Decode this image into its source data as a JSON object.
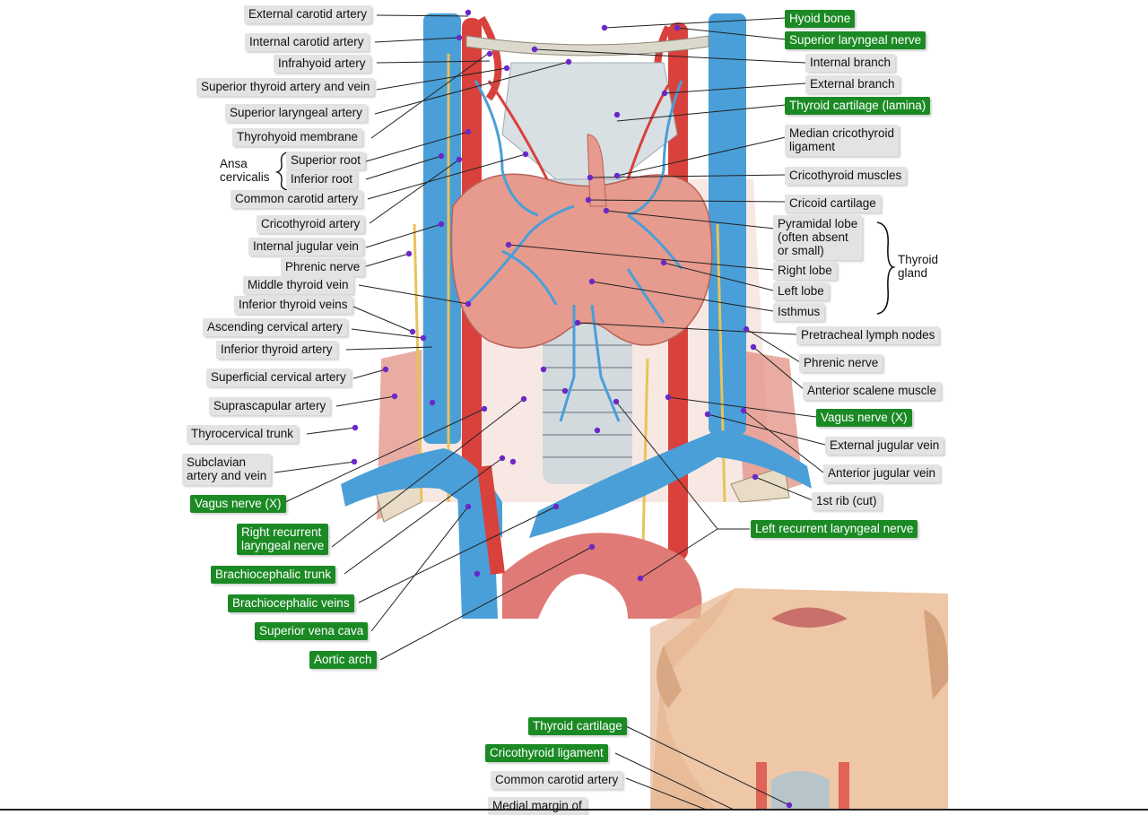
{
  "labels_left": [
    {
      "text": "External carotid artery",
      "style": "gray"
    },
    {
      "text": "Internal carotid artery",
      "style": "gray"
    },
    {
      "text": "Infrahyoid artery",
      "style": "gray"
    },
    {
      "text": "Superior thyroid artery and vein",
      "style": "gray"
    },
    {
      "text": "Superior laryngeal artery",
      "style": "gray"
    },
    {
      "text": "Thyrohyoid membrane",
      "style": "gray"
    },
    {
      "text": "Superior root",
      "style": "gray"
    },
    {
      "text": "Inferior root",
      "style": "gray"
    },
    {
      "text": "Common carotid artery",
      "style": "gray"
    },
    {
      "text": "Cricothyroid artery",
      "style": "gray"
    },
    {
      "text": "Internal jugular vein",
      "style": "gray"
    },
    {
      "text": "Phrenic nerve",
      "style": "gray"
    },
    {
      "text": "Middle thyroid vein",
      "style": "gray"
    },
    {
      "text": "Inferior thyroid veins",
      "style": "gray"
    },
    {
      "text": "Ascending cervical artery",
      "style": "gray"
    },
    {
      "text": "Inferior thyroid artery",
      "style": "gray"
    },
    {
      "text": "Superficial cervical artery",
      "style": "gray"
    },
    {
      "text": "Suprascapular artery",
      "style": "gray"
    },
    {
      "text": "Thyrocervical trunk",
      "style": "gray"
    },
    {
      "text": "Subclavian\nartery and vein",
      "style": "gray"
    },
    {
      "text": "Vagus nerve (X)",
      "style": "green"
    },
    {
      "text": "Right recurrent\nlaryngeal nerve",
      "style": "green"
    },
    {
      "text": "Brachiocephalic trunk",
      "style": "green"
    },
    {
      "text": "Brachiocephalic veins",
      "style": "green"
    },
    {
      "text": "Superior vena cava",
      "style": "green"
    },
    {
      "text": "Aortic arch",
      "style": "green"
    }
  ],
  "labels_right": [
    {
      "text": "Hyoid bone",
      "style": "green"
    },
    {
      "text": "Superior laryngeal nerve",
      "style": "green"
    },
    {
      "text": "Internal branch",
      "style": "gray"
    },
    {
      "text": "External branch",
      "style": "gray"
    },
    {
      "text": "Thyroid cartilage (lamina)",
      "style": "green"
    },
    {
      "text": "Median cricothyroid\nligament",
      "style": "gray"
    },
    {
      "text": "Cricothyroid muscles",
      "style": "gray"
    },
    {
      "text": "Cricoid cartilage",
      "style": "gray"
    },
    {
      "text": "Pyramidal lobe\n(often absent\nor small)",
      "style": "gray"
    },
    {
      "text": "Right lobe",
      "style": "gray"
    },
    {
      "text": "Left lobe",
      "style": "gray"
    },
    {
      "text": "Isthmus",
      "style": "gray"
    },
    {
      "text": "Pretracheal lymph nodes",
      "style": "gray"
    },
    {
      "text": "Phrenic nerve",
      "style": "gray"
    },
    {
      "text": "Anterior scalene muscle",
      "style": "gray"
    },
    {
      "text": "Vagus nerve (X)",
      "style": "green"
    },
    {
      "text": "External jugular vein",
      "style": "gray"
    },
    {
      "text": "Anterior jugular vein",
      "style": "gray"
    },
    {
      "text": "1st rib (cut)",
      "style": "gray"
    },
    {
      "text": "Left recurrent laryngeal nerve",
      "style": "green"
    }
  ],
  "labels_inset": [
    {
      "text": "Thyroid cartilage",
      "style": "green"
    },
    {
      "text": "Cricothyroid ligament",
      "style": "green"
    },
    {
      "text": "Common carotid artery",
      "style": "gray"
    },
    {
      "text": "Medial margin of",
      "style": "gray"
    }
  ],
  "group_labels": {
    "ansa": "Ansa\ncervicalis",
    "thyroid_gland": "Thyroid\ngland"
  },
  "colors": {
    "label_gray": "#e3e3e3",
    "label_green": "#1b8a24",
    "vein_blue": "#4a9fd8",
    "artery_red": "#d9413c",
    "thyroid_pink": "#e79a8e",
    "cartilage": "#d9e0e3",
    "nerve_yellow": "#e8c35a",
    "skin": "#eec7a6",
    "pin_purple": "#6a28c8"
  }
}
